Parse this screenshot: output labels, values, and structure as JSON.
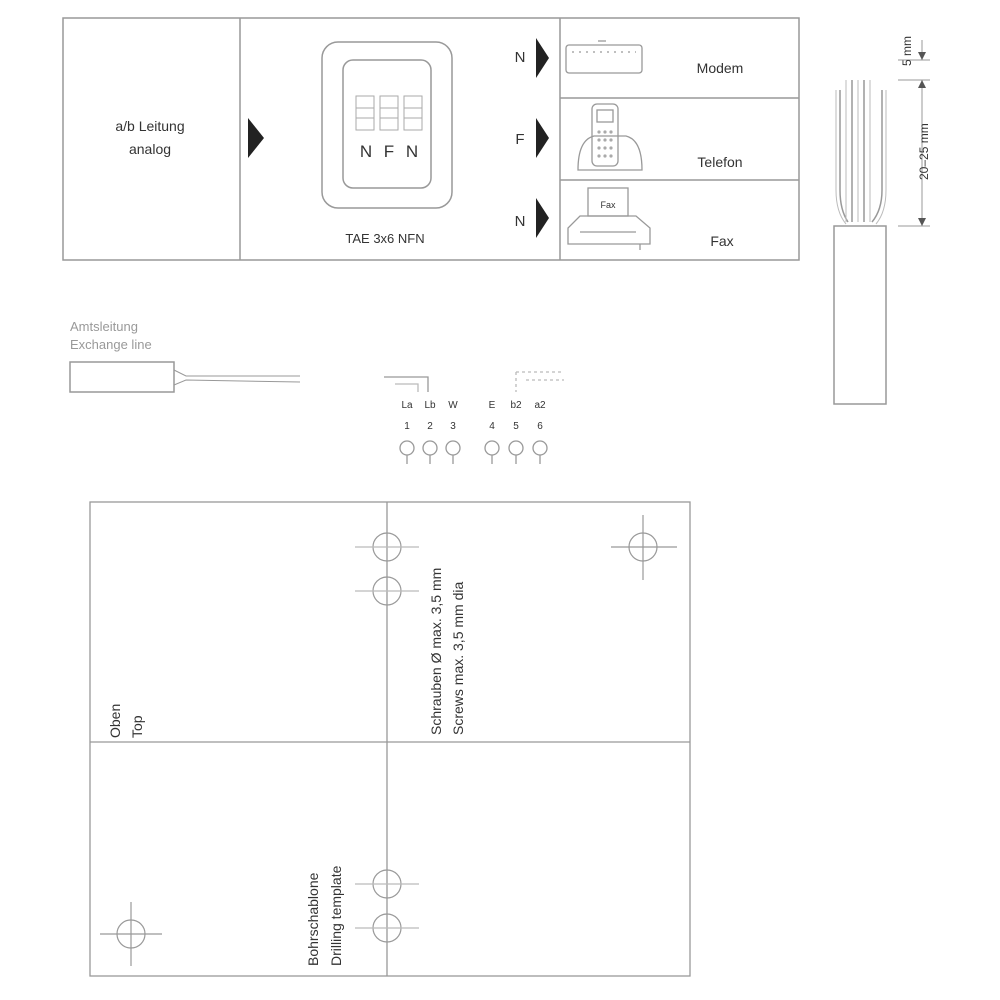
{
  "top_panel": {
    "line_label_1": "a/b Leitung",
    "line_label_2": "analog",
    "socket_letters": [
      "N",
      "F",
      "N"
    ],
    "socket_name": "TAE 3x6 NFN",
    "port_letters": [
      "N",
      "F",
      "N"
    ],
    "devices": [
      "Modem",
      "Telefon",
      "Fax"
    ],
    "fax_label": "Fax"
  },
  "cable": {
    "dim_top": "5 mm",
    "dim_side": "20–25 mm"
  },
  "exchange": {
    "label_de": "Amtsleitung",
    "label_en": "Exchange line"
  },
  "terminals": {
    "signal_labels": [
      "La",
      "Lb",
      "W",
      "E",
      "b2",
      "a2"
    ],
    "numbers": [
      "1",
      "2",
      "3",
      "4",
      "5",
      "6"
    ]
  },
  "template": {
    "top_de": "Oben",
    "top_en": "Top",
    "screws_de": "Schrauben Ø max. 3,5 mm",
    "screws_en": "Screws max. 3,5 mm dia",
    "drill_de": "Bohrschablone",
    "drill_en": "Drilling template"
  }
}
